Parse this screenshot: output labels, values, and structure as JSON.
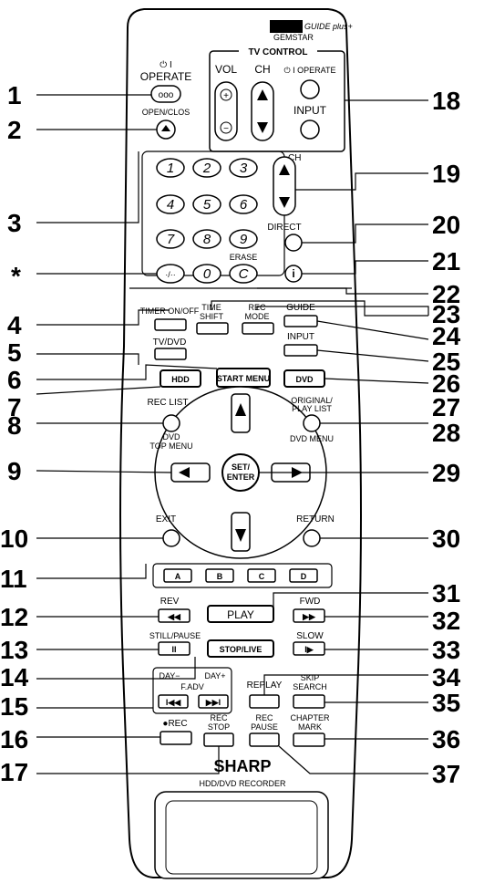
{
  "remote": {
    "brand_logo": "GUIDE plus+",
    "brand_sub": "GEMSTAR",
    "maker": "SHARP",
    "model": "HDD/DVD RECORDER",
    "labels": {
      "operate": "OPERATE",
      "open_close": "OPEN/CLOS",
      "tv_control": "TV CONTROL",
      "vol": "VOL",
      "ch": "CH",
      "tv_operate": "⏻ I OPERATE",
      "input": "INPUT",
      "ch2": "CH",
      "direct": "DIRECT",
      "erase": "ERASE",
      "timer_on_off": "TIMER ON/OFF",
      "time_shift_1": "TIME",
      "time_shift_2": "SHIFT",
      "rec_mode_1": "REC",
      "rec_mode_2": "MODE",
      "guide": "GUIDE",
      "input2": "INPUT",
      "tv_dvd": "TV/DVD",
      "start_menu": "START MENU",
      "hdd": "HDD",
      "dvd": "DVD",
      "rec_list": "REC LIST",
      "dvd_top_menu_1": "DVD",
      "dvd_top_menu_2": "TOP MENU",
      "original_1": "ORIGINAL/",
      "original_2": "PLAY LIST",
      "dvd_menu": "DVD MENU",
      "set_1": "SET/",
      "set_2": "ENTER",
      "exit": "EXIT",
      "return": "RETURN",
      "a": "A",
      "b": "B",
      "c": "C",
      "d": "D",
      "rev": "REV",
      "play": "PLAY",
      "fwd": "FWD",
      "still_pause": "STILL/PAUSE",
      "stop_live": "STOP/LIVE",
      "slow": "SLOW",
      "day_minus": "DAY−",
      "day_plus": "DAY+",
      "f_adv": "F.ADV",
      "replay": "REPLAY",
      "skip_1": "SKIP",
      "skip_2": "SEARCH",
      "rec": "●REC",
      "rec_stop_1": "REC",
      "rec_stop_2": "STOP",
      "rec_pause_1": "REC",
      "rec_pause_2": "PAUSE",
      "chapter_1": "CHAPTER",
      "chapter_2": "MARK"
    },
    "keys": [
      "1",
      "2",
      "3",
      "4",
      "5",
      "6",
      "7",
      "8",
      "9",
      "0"
    ],
    "keys_extra": {
      "dot": "·/··",
      "c": "C",
      "info": "i"
    }
  },
  "callouts_left": [
    "1",
    "2",
    "3",
    "*",
    "4",
    "5",
    "6",
    "7",
    "8",
    "9",
    "10",
    "11",
    "12",
    "13",
    "14",
    "15",
    "16",
    "17"
  ],
  "callouts_right": [
    "18",
    "19",
    "20",
    "21",
    "22",
    "23",
    "24",
    "25",
    "26",
    "27",
    "28",
    "29",
    "30",
    "31",
    "32",
    "33",
    "34",
    "35",
    "36",
    "37"
  ]
}
